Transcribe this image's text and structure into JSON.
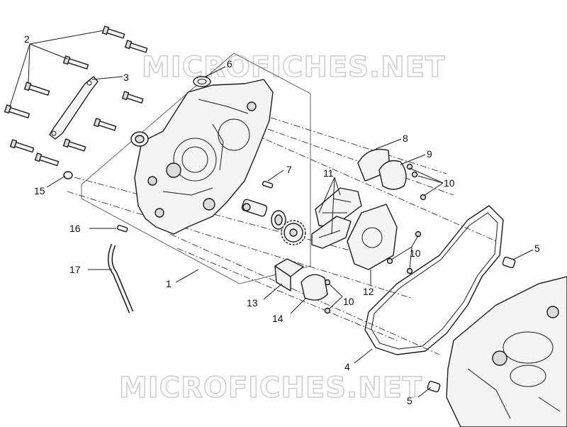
{
  "watermark": "MICROFICHES.NET",
  "labels": {
    "l1": "1",
    "l2": "2",
    "l3": "3",
    "l4": "4",
    "l5a": "5",
    "l5b": "5",
    "l6": "6",
    "l7": "7",
    "l8": "8",
    "l9": "9",
    "l10a": "10",
    "l10b": "10",
    "l10c": "10",
    "l11": "11",
    "l12": "12",
    "l13": "13",
    "l14": "14",
    "l15": "15",
    "l16": "16",
    "l17": "17"
  }
}
